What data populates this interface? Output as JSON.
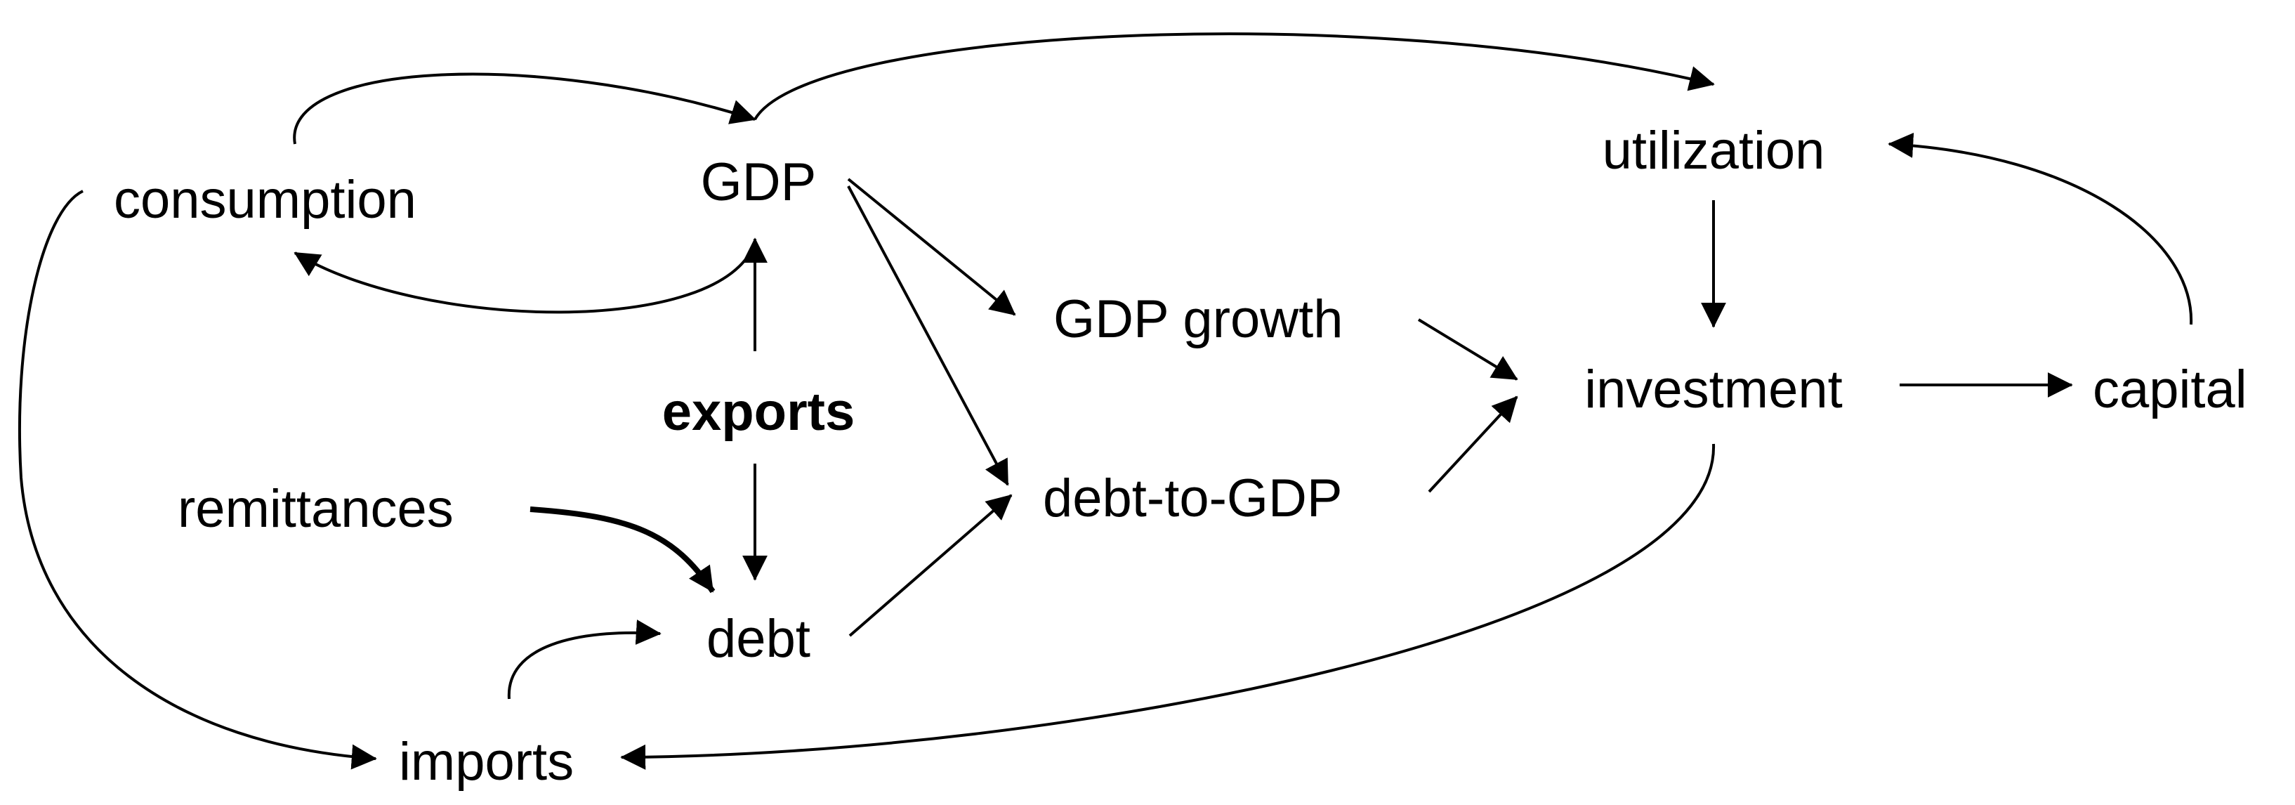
{
  "nodes": {
    "gdp": "GDP",
    "consumption": "consumption",
    "utilization": "utilization",
    "gdp_growth": "GDP growth",
    "investment": "investment",
    "capital": "capital",
    "exports": "exports",
    "remittances": "remittances",
    "debt_to_gdp": "debt-to-GDP",
    "debt": "debt",
    "imports": "imports"
  },
  "edges": [
    {
      "from": "consumption",
      "to": "GDP"
    },
    {
      "from": "GDP",
      "to": "consumption"
    },
    {
      "from": "GDP",
      "to": "utilization"
    },
    {
      "from": "GDP",
      "to": "GDP growth"
    },
    {
      "from": "GDP",
      "to": "debt-to-GDP"
    },
    {
      "from": "exports",
      "to": "GDP"
    },
    {
      "from": "exports",
      "to": "debt"
    },
    {
      "from": "remittances",
      "to": "debt"
    },
    {
      "from": "debt",
      "to": "debt-to-GDP"
    },
    {
      "from": "imports",
      "to": "debt"
    },
    {
      "from": "consumption",
      "to": "imports"
    },
    {
      "from": "GDP growth",
      "to": "investment"
    },
    {
      "from": "debt-to-GDP",
      "to": "investment"
    },
    {
      "from": "utilization",
      "to": "investment"
    },
    {
      "from": "investment",
      "to": "capital"
    },
    {
      "from": "capital",
      "to": "utilization"
    },
    {
      "from": "investment",
      "to": "imports"
    }
  ]
}
